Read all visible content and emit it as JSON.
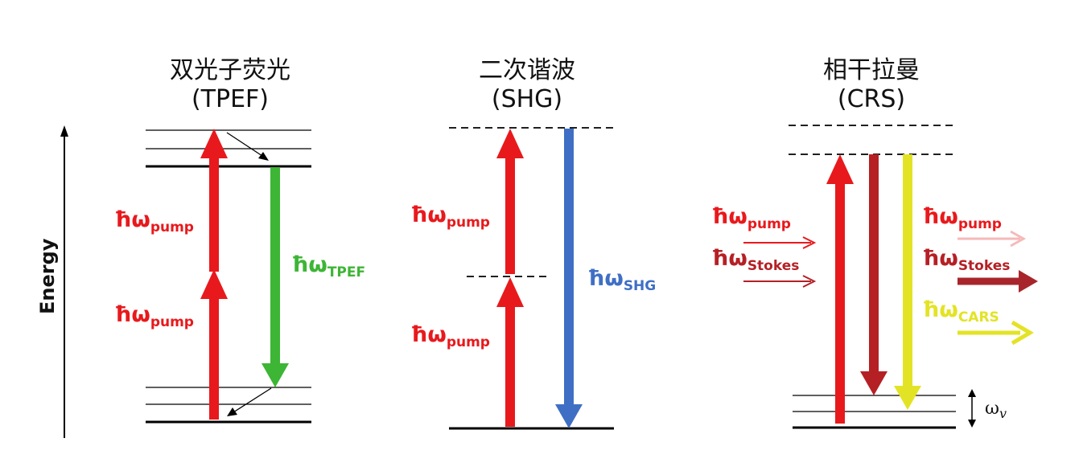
{
  "axis": {
    "label": "Energy"
  },
  "panels": {
    "tpef": {
      "title_cn": "双光子荧光",
      "title_abbr": "(TPEF)",
      "labels": {
        "pump_upper": {
          "main": "ħω",
          "sub": "pump"
        },
        "pump_lower": {
          "main": "ħω",
          "sub": "pump"
        },
        "emission": {
          "main": "ħω",
          "sub": "TPEF"
        }
      }
    },
    "shg": {
      "title_cn": "二次谐波",
      "title_abbr": "(SHG)",
      "labels": {
        "pump_upper": {
          "main": "ħω",
          "sub": "pump"
        },
        "pump_lower": {
          "main": "ħω",
          "sub": "pump"
        },
        "emission": {
          "main": "ħω",
          "sub": "SHG"
        }
      }
    },
    "crs": {
      "title_cn": "相干拉曼",
      "title_abbr": "(CRS)",
      "labels": {
        "pump_in": {
          "main": "ħω",
          "sub": "pump"
        },
        "stokes_in": {
          "main": "ħω",
          "sub": "Stokes"
        },
        "pump_out": {
          "main": "ħω",
          "sub": "pump"
        },
        "stokes_out": {
          "main": "ħω",
          "sub": "Stokes"
        },
        "cars_out": {
          "main": "ħω",
          "sub": "CARS"
        }
      },
      "vibration_label": {
        "main": "ω",
        "sub": "v"
      }
    }
  },
  "colors": {
    "red": "#e8191c",
    "green": "#3db535",
    "blue": "#3f6fc4",
    "dark_red": "#b52025",
    "yellow": "#e3e325",
    "pink": "#f6b9b9",
    "level": "#000000"
  }
}
